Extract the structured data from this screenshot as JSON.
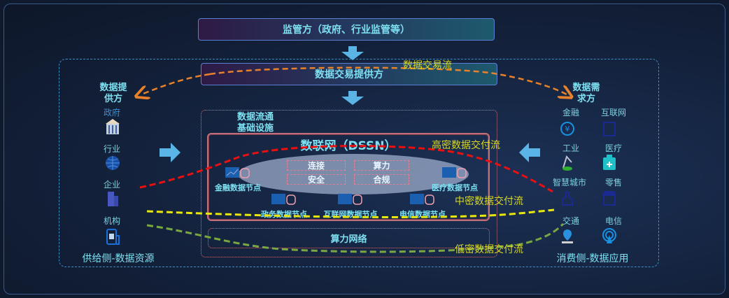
{
  "regulator": {
    "label": "监管方（政府、行业监管等）"
  },
  "trade_provider": {
    "label": "数据交易提供方"
  },
  "infrastructure": {
    "title": "数据流通基础设施"
  },
  "dssn": {
    "title": "数联网（DSSN）",
    "capabilities": [
      "连接",
      "算力",
      "安全",
      "合规"
    ],
    "nodes": [
      "金融数据节点",
      "医疗数据节点",
      "政务数据节点",
      "互联网数据节点",
      "电信数据节点"
    ]
  },
  "compute_network": {
    "label": "算力网络"
  },
  "supply": {
    "title": "数据提供方",
    "items": [
      {
        "label": "政府",
        "icon": "government-building-icon"
      },
      {
        "label": "行业",
        "icon": "globe-icon"
      },
      {
        "label": "企业",
        "icon": "office-building-icon"
      },
      {
        "label": "机构",
        "icon": "institution-icon"
      }
    ],
    "footer": "供给侧-数据资源"
  },
  "demand": {
    "title": "数据需求方",
    "items": [
      {
        "label": "金融",
        "icon": "yuan-icon"
      },
      {
        "label": "互联网",
        "icon": "building-icon"
      },
      {
        "label": "工业",
        "icon": "robot-arm-icon"
      },
      {
        "label": "医疗",
        "icon": "medical-kit-icon"
      },
      {
        "label": "智慧城市",
        "icon": "smart-city-icon"
      },
      {
        "label": "零售",
        "icon": "store-icon"
      },
      {
        "label": "交通",
        "icon": "location-pin-icon"
      },
      {
        "label": "电信",
        "icon": "signal-tower-icon"
      }
    ],
    "footer": "消费侧-数据应用"
  },
  "flows": {
    "trade": "数据交易流",
    "high": "高密数据交付流",
    "mid": "中密数据交付流",
    "low": "低密数据交付流"
  },
  "colors": {
    "trade": "#e8822a",
    "high": "#e81010",
    "mid": "#e8e810",
    "low": "#7aa840",
    "accent": "#7ee0f0"
  }
}
